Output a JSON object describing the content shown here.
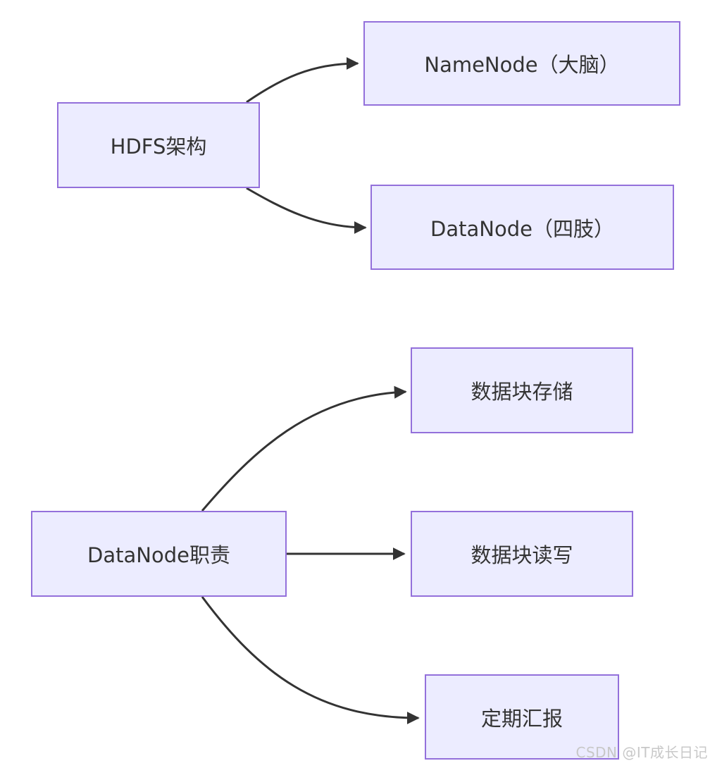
{
  "diagram": {
    "type": "flowchart",
    "direction": "left-to-right",
    "colors": {
      "node_fill": "#ECECFF",
      "node_border": "#9370DB",
      "edge": "#333333",
      "text": "#333333",
      "background": "#FFFFFF"
    },
    "nodes": {
      "hdfs": {
        "label": "HDFS架构"
      },
      "namenode": {
        "label": "NameNode（大脑）"
      },
      "datanode": {
        "label": "DataNode（四肢）"
      },
      "duty": {
        "label": "DataNode职责"
      },
      "storage": {
        "label": "数据块存储"
      },
      "readwrite": {
        "label": "数据块读写"
      },
      "report": {
        "label": "定期汇报"
      }
    },
    "edges": [
      {
        "from": "HDFS架构",
        "to": "NameNode（大脑）"
      },
      {
        "from": "HDFS架构",
        "to": "DataNode（四肢）"
      },
      {
        "from": "DataNode职责",
        "to": "数据块存储"
      },
      {
        "from": "DataNode职责",
        "to": "数据块读写"
      },
      {
        "from": "DataNode职责",
        "to": "定期汇报"
      }
    ]
  },
  "watermark": {
    "text": "CSDN @IT成长日记",
    "color": "#C8C8C8"
  }
}
